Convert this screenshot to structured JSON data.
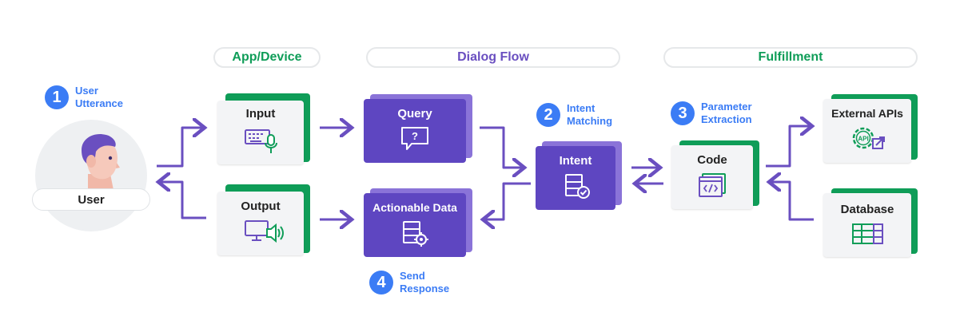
{
  "sections": {
    "app_device": "App/Device",
    "dialog_flow": "Dialog Flow",
    "fulfillment": "Fulfillment"
  },
  "steps": [
    {
      "number": "1",
      "text": "User\nUtterance"
    },
    {
      "number": "2",
      "text": "Intent\nMatching"
    },
    {
      "number": "3",
      "text": "Parameter\nExtraction"
    },
    {
      "number": "4",
      "text": "Send\nResponse"
    }
  ],
  "user": {
    "label": "User"
  },
  "cards": {
    "input": "Input",
    "output": "Output",
    "query": "Query",
    "actionable_data": "Actionable Data",
    "intent": "Intent",
    "code": "Code",
    "external_apis": "External APIs",
    "database": "Database"
  },
  "icons": {
    "input": "keyboard-microphone-icon",
    "output": "monitor-speaker-icon",
    "query": "question-bubble-icon",
    "actionable_data": "database-gear-icon",
    "intent": "database-check-icon",
    "code": "code-window-icon",
    "external_apis": "api-gear-icon",
    "database": "table-icon"
  },
  "colors": {
    "green": "#0f9d58",
    "purple": "#5e46c1",
    "arrow": "#6a4fc0",
    "blue": "#3b7cf5"
  }
}
